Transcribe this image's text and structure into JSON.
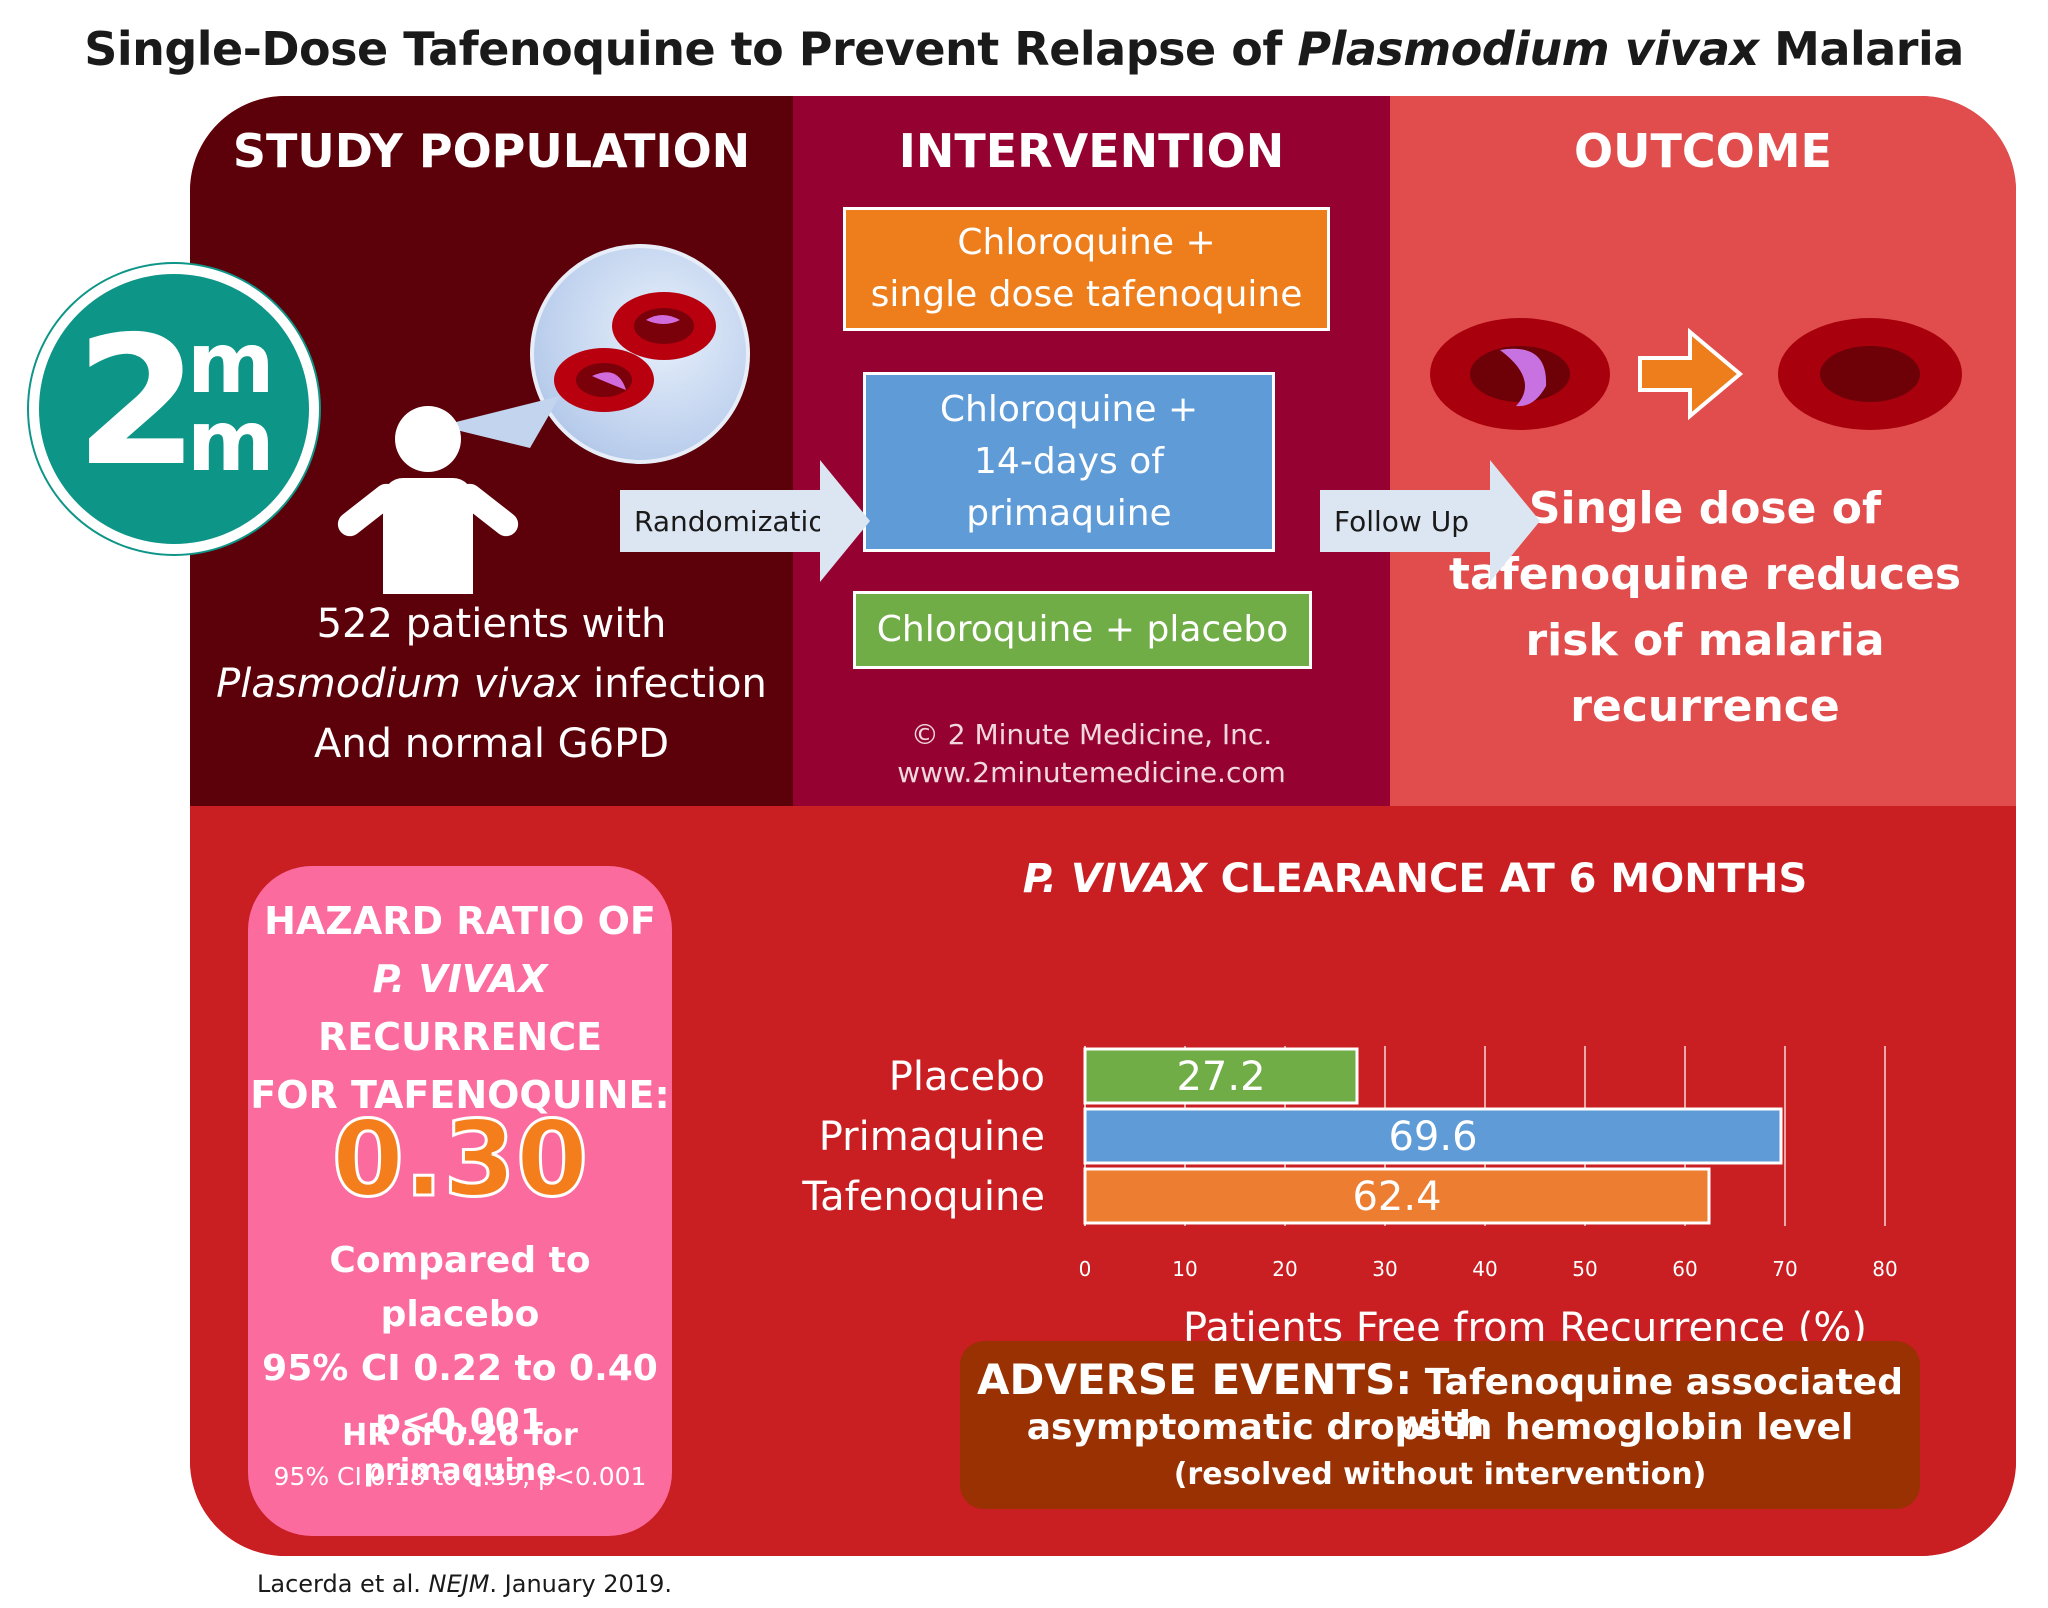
{
  "title": {
    "part1": "Single-Dose Tafenoquine to Prevent Relapse of ",
    "italic": "Plasmodium vivax",
    "part2": " Malaria"
  },
  "logo": {
    "number": "2",
    "letter_top": "m",
    "letter_bottom": "m"
  },
  "study_population": {
    "heading": "STUDY POPULATION",
    "line1": "522 patients with",
    "line2_italic": "Plasmodium vivax",
    "line2_rest": " infection",
    "line3": "And normal G6PD"
  },
  "randomization_label": "Randomization",
  "intervention": {
    "heading": "INTERVENTION",
    "arms": [
      {
        "line1": "Chloroquine +",
        "line2": "single dose tafenoquine"
      },
      {
        "line1": "Chloroquine +",
        "line2": "14-days of",
        "line3": "primaquine"
      },
      {
        "line1": "Chloroquine + placebo"
      }
    ],
    "copyright": "© 2 Minute Medicine, Inc.",
    "website": "www.2minutemedicine.com"
  },
  "follow_up_label": "Follow Up",
  "outcome": {
    "heading": "OUTCOME",
    "line1": "Single dose of",
    "line2": "tafenoquine reduces",
    "line3": "risk of malaria",
    "line4": "recurrence"
  },
  "hazard_ratio": {
    "line1": "HAZARD RATIO OF",
    "line2_italic": "P. VIVAX",
    "line2_rest": " RECURRENCE",
    "line3": "FOR TAFENOQUINE:",
    "value": "0.30",
    "compare1": "Compared to placebo",
    "compare2": "95% CI 0.22 to 0.40",
    "compare3": "p<0.001",
    "primaquine": "HR of 0.26 for primaquine",
    "primaquine_ci": "95% CI 0.18 to 0.39, p<0.001"
  },
  "chart_data": {
    "type": "bar",
    "orientation": "horizontal",
    "title_italic": "P. VIVAX",
    "title_rest": " CLEARANCE AT 6 MONTHS",
    "categories": [
      "Placebo",
      "Primaquine",
      "Tafenoquine"
    ],
    "values": [
      27.2,
      69.6,
      62.4
    ],
    "value_labels": [
      "27.2",
      "69.6",
      "62.4"
    ],
    "colors": [
      "#71ad47",
      "#5e9bd7",
      "#ed7d31"
    ],
    "xlabel": "Patients Free from Recurrence (%)",
    "xlim": [
      0,
      80
    ],
    "xticks": [
      "0",
      "10",
      "20",
      "30",
      "40",
      "50",
      "60",
      "70",
      "80"
    ],
    "grid": true
  },
  "adverse_events": {
    "heading": "ADVERSE EVENTS:",
    "line1_rest": " Tafenoquine associated with",
    "line2": "asymptomatic drops in hemoglobin level",
    "line3": "(resolved without intervention)"
  },
  "citation": {
    "part1": "Lacerda et al. ",
    "italic": "NEJM",
    "part2": ". January 2019."
  }
}
